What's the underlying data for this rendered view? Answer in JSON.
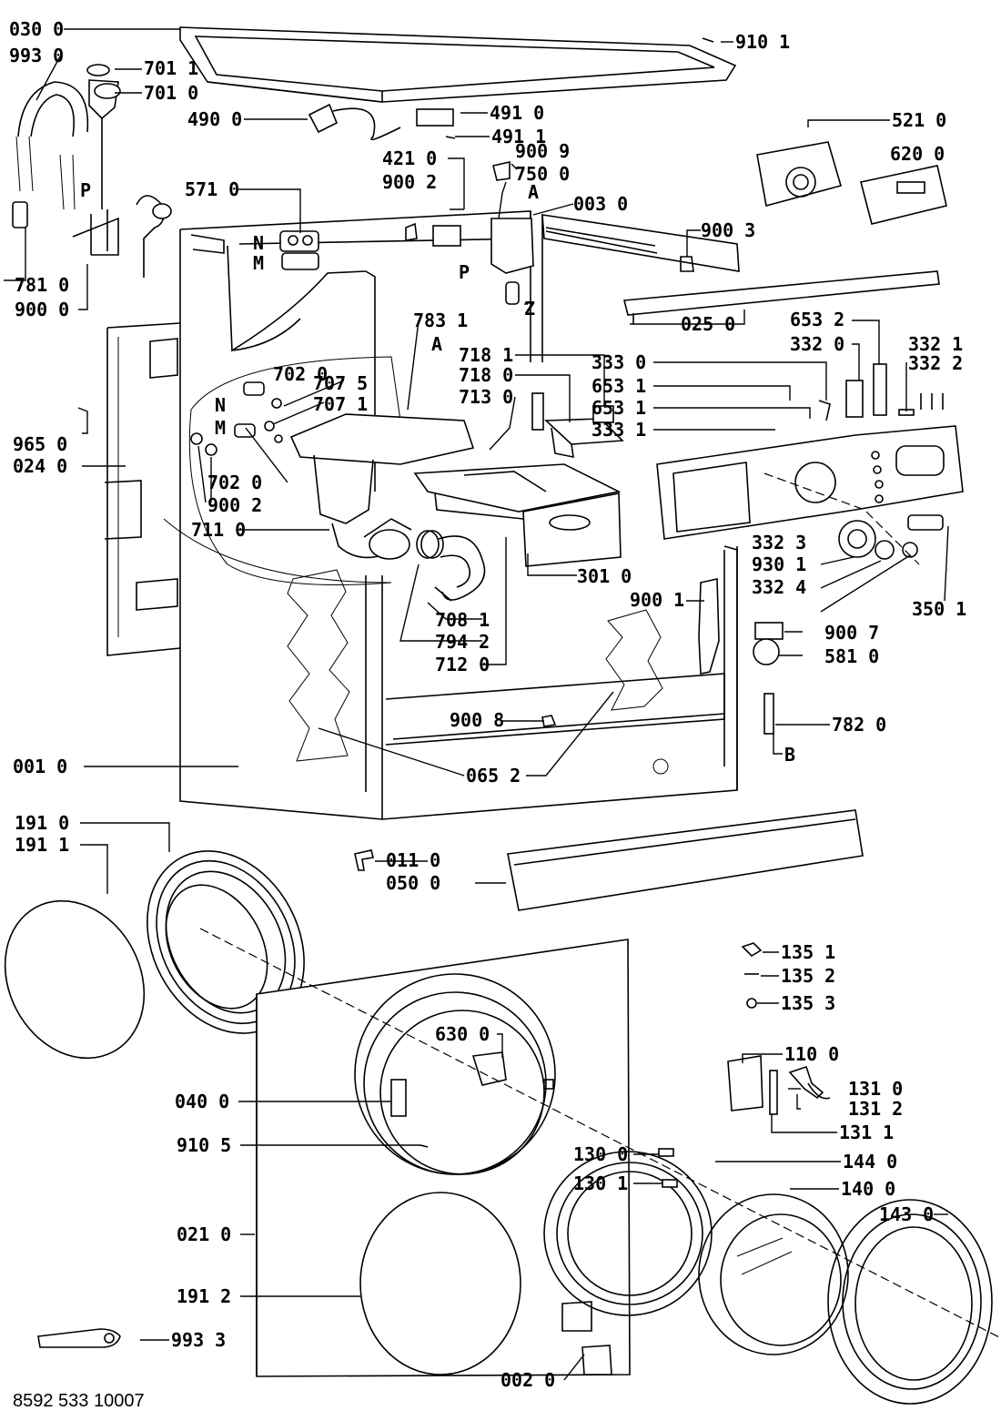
{
  "labels": {
    "l0300": "030 0",
    "l9930": "993 0",
    "l7011": "701 1",
    "l7010": "701 0",
    "l4900": "490 0",
    "l9101": "910 1",
    "l4910": "491 0",
    "l4911": "491 1",
    "l5210": "521 0",
    "l6200": "620 0",
    "l9009": "900 9",
    "l4210": "421 0",
    "l7500": "750 0",
    "l9002a": "900 2",
    "l0030": "003 0",
    "l5710": "571 0",
    "l9003": "900 3",
    "l7810": "781 0",
    "l9000": "900 0",
    "l0250": "025 0",
    "l6532": "653 2",
    "l3320": "332 0",
    "l3321": "332 1",
    "l3322": "332 2",
    "l7831": "783 1",
    "l7181": "718 1",
    "l7180": "718 0",
    "l7130": "713 0",
    "l3330": "333 0",
    "l6531a": "653 1",
    "l6531b": "653 1",
    "l3331": "333 1",
    "l7020a": "702 0",
    "l7075": "707 5",
    "l7071": "707 1",
    "l9650": "965 0",
    "l0240": "024 0",
    "l7020b": "702 0",
    "l9002b": "900 2",
    "l7110": "711 0",
    "l3010": "301 0",
    "l9001": "900 1",
    "l3323": "332 3",
    "l9301": "930 1",
    "l3324": "332 4",
    "l3501": "350 1",
    "l7081": "708 1",
    "l7942": "794 2",
    "l7120": "712 0",
    "l9007": "900 7",
    "l5810": "581 0",
    "l9008": "900 8",
    "l7820": "782 0",
    "l0010": "001 0",
    "l0652": "065 2",
    "l1910": "191 0",
    "l1911": "191 1",
    "l0110": "011 0",
    "l0500": "050 0",
    "l1351": "135 1",
    "l1352": "135 2",
    "l1353": "135 3",
    "l6300": "630 0",
    "l1100": "110 0",
    "l0400": "040 0",
    "l1310": "131 0",
    "l1312": "131 2",
    "l1311": "131 1",
    "l9105": "910 5",
    "l1300": "130 0",
    "l1440": "144 0",
    "l1301": "130 1",
    "l1400": "140 0",
    "l1430": "143 0",
    "l0210": "021 0",
    "l1912": "191 2",
    "l9933": "993 3",
    "l0020": "002 0"
  },
  "markers": {
    "P1": "P",
    "P2": "P",
    "A1": "A",
    "A2": "A",
    "N1": "N",
    "M1": "M",
    "N2": "N",
    "M2": "M",
    "Z": "Z",
    "B": "B"
  },
  "document_code": "8592 533 10007"
}
